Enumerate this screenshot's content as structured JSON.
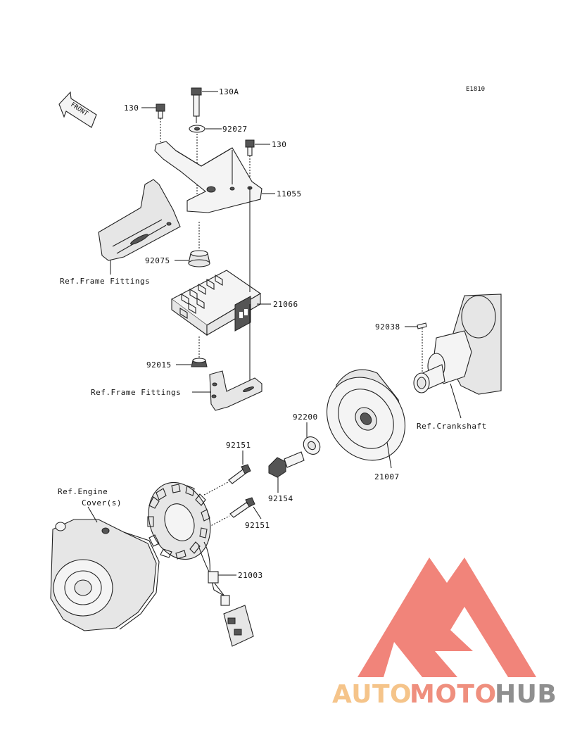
{
  "diagram_code": "E1810",
  "front_arrow_label": "FRONT",
  "parts": {
    "p130_top": "130",
    "p130a": "130A",
    "p92027": "92027",
    "p130_right": "130",
    "p11055": "11055",
    "p92075": "92075",
    "p21066": "21066",
    "p92015": "92015",
    "p92038": "92038",
    "p92200": "92200",
    "p92151_top": "92151",
    "p92154": "92154",
    "p92151_bottom": "92151",
    "p21003": "21003",
    "p21007": "21007"
  },
  "references": {
    "frame_fittings_top": "Ref.Frame Fittings",
    "frame_fittings_bottom": "Ref.Frame Fittings",
    "crankshaft": "Ref.Crankshaft",
    "engine_cover_line1": "Ref.Engine",
    "engine_cover_line2": "Cover(s)"
  },
  "watermark": {
    "part1": "AUTO",
    "part2": "MOTO",
    "part3": "HUB",
    "color1": "#f5c48a",
    "color2": "#ef8f7e",
    "color3": "#8f8f8f",
    "logo_color": "#ef6e63"
  }
}
